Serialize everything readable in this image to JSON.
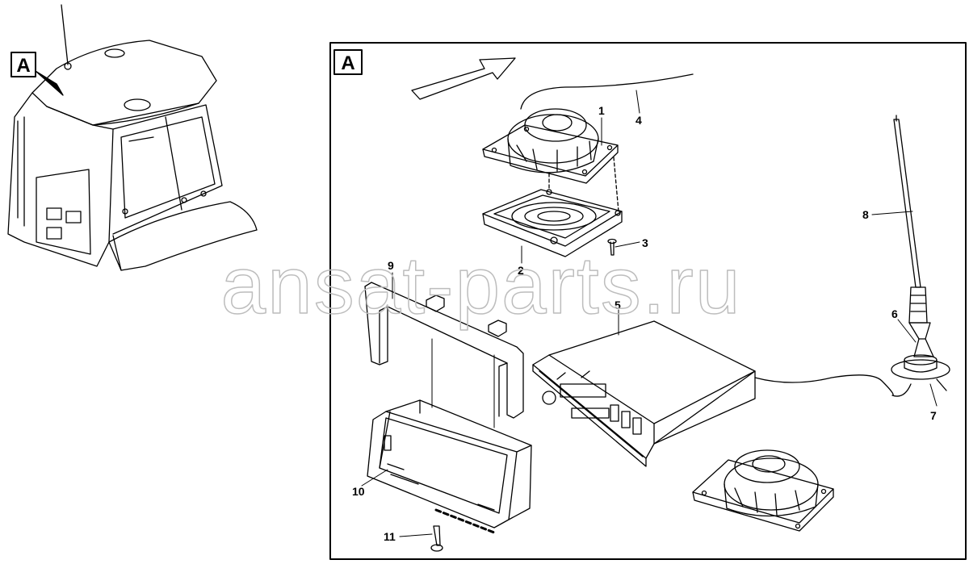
{
  "overview": {
    "view_label": "A"
  },
  "detail": {
    "view_label": "A"
  },
  "callouts": {
    "c1": "1",
    "c2": "2",
    "c3": "3",
    "c4": "4",
    "c5": "5",
    "c6": "6",
    "c7": "7",
    "c8": "8",
    "c9": "9",
    "c10": "10",
    "c11": "11"
  },
  "watermark": "ansat-parts.ru",
  "colors": {
    "line": "#000000",
    "background": "#ffffff",
    "watermark_stroke": "#bdbdbd"
  }
}
